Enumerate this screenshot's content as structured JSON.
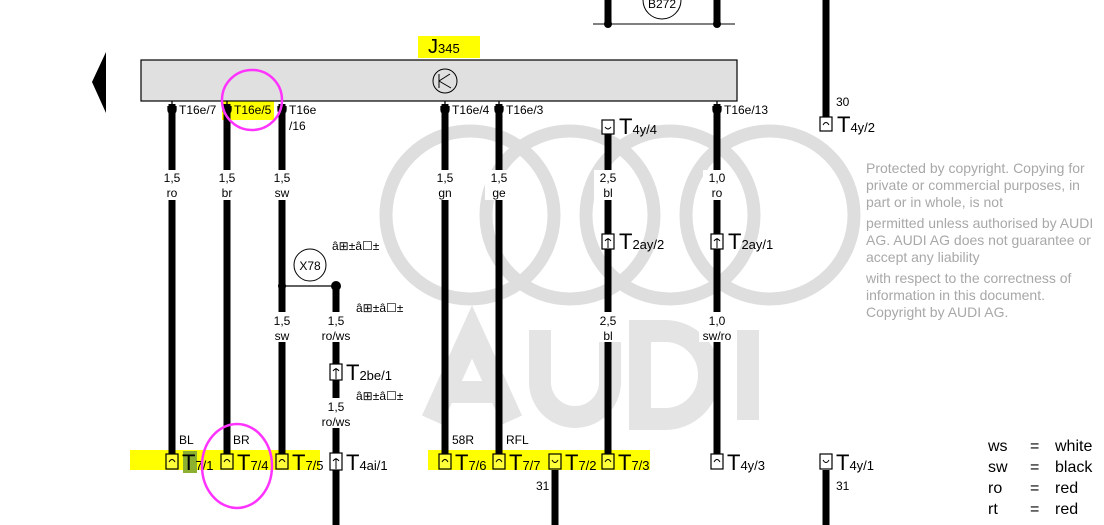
{
  "component": {
    "id": "J",
    "sub": "345"
  },
  "top_component": "B272",
  "splice": "X78",
  "garbled_marker": "â⊞±â☐±",
  "pins_top": [
    "T16e/7",
    "T16e/5",
    "T16e",
    "/16",
    "T16e/4",
    "T16e/3",
    "T16e/13"
  ],
  "wires": [
    {
      "size": "1,5",
      "color": "ro"
    },
    {
      "size": "1,5",
      "color": "br"
    },
    {
      "size": "1,5",
      "color": "sw"
    },
    {
      "size": "1,5",
      "color": "gn"
    },
    {
      "size": "1,5",
      "color": "ge"
    },
    {
      "size": "2,5",
      "color": "bl"
    },
    {
      "size": "1,0",
      "color": "ro"
    },
    {
      "size": "1,5",
      "color": "sw"
    },
    {
      "size": "1,5",
      "color": "ro/ws"
    },
    {
      "size": "1,5",
      "color": "ro/ws"
    },
    {
      "size": "2,5",
      "color": "bl"
    },
    {
      "size": "1,0",
      "color": "sw/ro"
    }
  ],
  "connectors": [
    {
      "letter": "T",
      "sub": "4y/4"
    },
    {
      "letter": "T",
      "sub": "2ay/2"
    },
    {
      "letter": "T",
      "sub": "2ay/1"
    },
    {
      "letter": "T",
      "sub": "4y/2"
    },
    {
      "letter": "T",
      "sub": "2be/1"
    },
    {
      "letter": "T",
      "sub": "7/1"
    },
    {
      "letter": "T",
      "sub": "7/4"
    },
    {
      "letter": "T",
      "sub": "7/5"
    },
    {
      "letter": "T",
      "sub": "4ai/1"
    },
    {
      "letter": "T",
      "sub": "7/6"
    },
    {
      "letter": "T",
      "sub": "7/7"
    },
    {
      "letter": "T",
      "sub": "7/2"
    },
    {
      "letter": "T",
      "sub": "7/3"
    },
    {
      "letter": "T",
      "sub": "4y/3"
    },
    {
      "letter": "T",
      "sub": "4y/1"
    }
  ],
  "terminal_labels": {
    "bl": "BL",
    "br": "BR",
    "r58": "58R",
    "rfl": "RFL",
    "t30": "30",
    "t31a": "31",
    "t31b": "31"
  },
  "watermark": {
    "brand": "AUDI",
    "lines": [
      "Protected by copyright. Copying for private or commercial purposes, in part or in whole, is not",
      "permitted unless authorised by AUDI AG. AUDI AG does not guarantee or accept any liability",
      "with respect to the correctness of information in this document. Copyright by AUDI AG."
    ]
  },
  "legend": [
    {
      "code": "ws",
      "eq": "=",
      "name": "white"
    },
    {
      "code": "sw",
      "eq": "=",
      "name": "black"
    },
    {
      "code": "ro",
      "eq": "=",
      "name": "red"
    },
    {
      "code": "rt",
      "eq": "=",
      "name": "red"
    }
  ],
  "colors": {
    "highlight": "#ffff00",
    "annotation": "#ff33ff",
    "box": "#e0e0e0",
    "watermark": "#d8d8d8"
  }
}
